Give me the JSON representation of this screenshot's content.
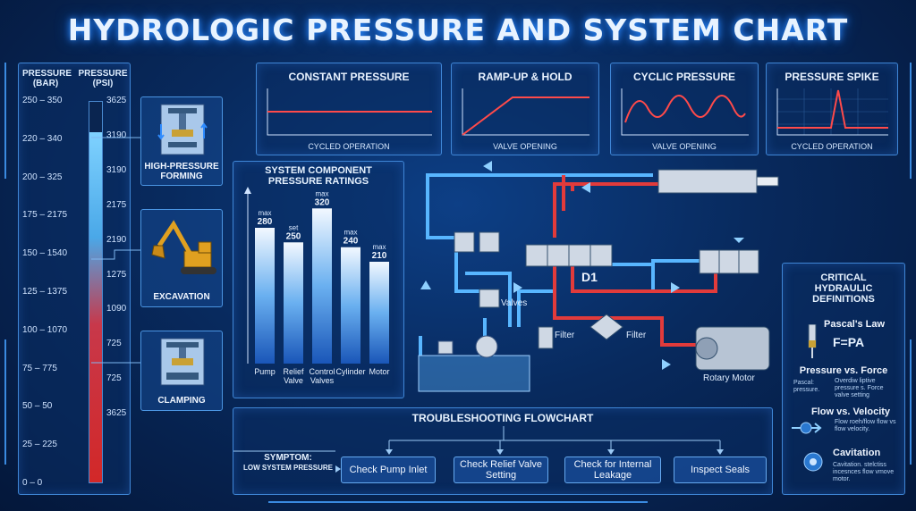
{
  "title": "HYDROLOGIC PRESSURE AND SYSTEM CHART",
  "gauge": {
    "bar_header": "PRESSURE (BAR)",
    "psi_header": "PRESSURE (PSI)",
    "left_ticks": [
      "250 – 350",
      "220 – 340",
      "200 – 325",
      "175 – 2175",
      "150 – 1540",
      "125 – 1375",
      "100 – 1070",
      "75 – 775",
      "50 – 50",
      "25 – 225",
      "0 – 0"
    ],
    "right_ticks": [
      "3625",
      "3190",
      "3190",
      "2175",
      "2190",
      "1275",
      "1090",
      "725",
      "725",
      "3625"
    ],
    "fill_fraction": 0.92
  },
  "applications": [
    {
      "label": "HIGH-PRESSURE FORMING",
      "icon": "press-icon"
    },
    {
      "label": "EXCAVATION",
      "icon": "excavator-icon"
    },
    {
      "label": "CLAMPING",
      "icon": "clamp-icon"
    }
  ],
  "profiles": [
    {
      "title": "CONSTANT PRESSURE",
      "caption": "CYCLED OPERATION",
      "shape": "constant"
    },
    {
      "title": "RAMP-UP & HOLD",
      "caption": "VALVE OPENING",
      "shape": "ramp"
    },
    {
      "title": "CYCLIC PRESSURE",
      "caption": "VALVE OPENING",
      "shape": "cyclic"
    },
    {
      "title": "PRESSURE SPIKE",
      "caption": "CYCLED OPERATION",
      "shape": "spike"
    }
  ],
  "ratings": {
    "title_line1": "SYSTEM COMPONENT",
    "title_line2": "PRESSURE RATINGS",
    "bars": [
      {
        "tag": "max",
        "value": 280,
        "value_text": "280",
        "cat1": "Pump",
        "cat2": ""
      },
      {
        "tag": "set",
        "value": 250,
        "value_text": "250",
        "cat1": "Relief",
        "cat2": "Valve"
      },
      {
        "tag": "max",
        "value": 320,
        "value_text": "320",
        "cat1": "Control",
        "cat2": "Valves"
      },
      {
        "tag": "max",
        "value": 240,
        "value_text": "240",
        "cat1": "Cylinder",
        "cat2": ""
      },
      {
        "tag": "max",
        "value": 210,
        "value_text": "210",
        "cat1": "Motor",
        "cat2": ""
      }
    ],
    "ymax": 350
  },
  "circuit": {
    "valves_label": "Valves",
    "d1_label": "D1",
    "filter1_label": "Filter",
    "filter2_label": "Filter",
    "motor_label": "Rotary Motor",
    "pressure_line_color": "#e23b3b",
    "return_line_color": "#58b6ff"
  },
  "flowchart": {
    "title": "TROUBLESHOOTING FLOWCHART",
    "symptom_label": "SYMPTOM:",
    "symptom_text": "LOW SYSTEM PRESSURE",
    "steps": [
      "Check Pump Inlet",
      "Check Relief Valve Setting",
      "Check for Internal Leakage",
      "Inspect Seals"
    ]
  },
  "definitions": {
    "title_line1": "CRITICAL",
    "title_line2": "HYDRAULIC",
    "title_line3": "DEFINITIONS",
    "pascal_title": "Pascal's Law",
    "pascal_formula": "F=PA",
    "pf_title": "Pressure vs. Force",
    "pf_left": "Pascal: pressure.",
    "pf_right": "Overdiw liptive pressure s. Force valve setting",
    "fv_title": "Flow vs. Velocity",
    "fv_text": "Flow roeh/flow flow vs flow velocity.",
    "cav_title": "Cavitation",
    "cav_text": "Cavitation. stelctiss incesnces flow vmove motor."
  }
}
